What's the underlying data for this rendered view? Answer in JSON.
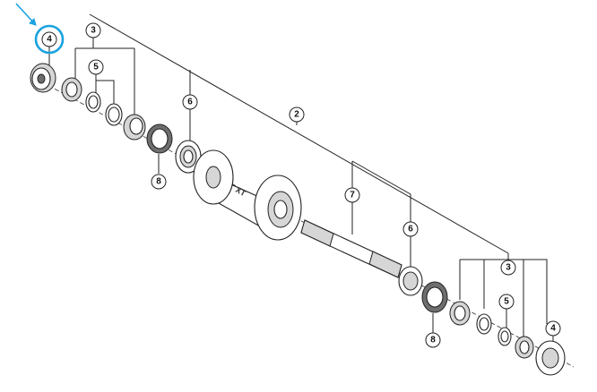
{
  "callouts": {
    "c4_left": "4",
    "c3_left": "3",
    "c5_left": "5",
    "c6_left": "6",
    "c8_left": "8",
    "c2": "2",
    "c7": "7",
    "c6_right": "6",
    "c3_right": "3",
    "c5_right": "5",
    "c4_right": "4",
    "c8_right": "8"
  },
  "hub_logo": "XT",
  "colors": {
    "highlight": "#1aa3e0",
    "line": "#222222"
  },
  "highlighted_part": "4"
}
